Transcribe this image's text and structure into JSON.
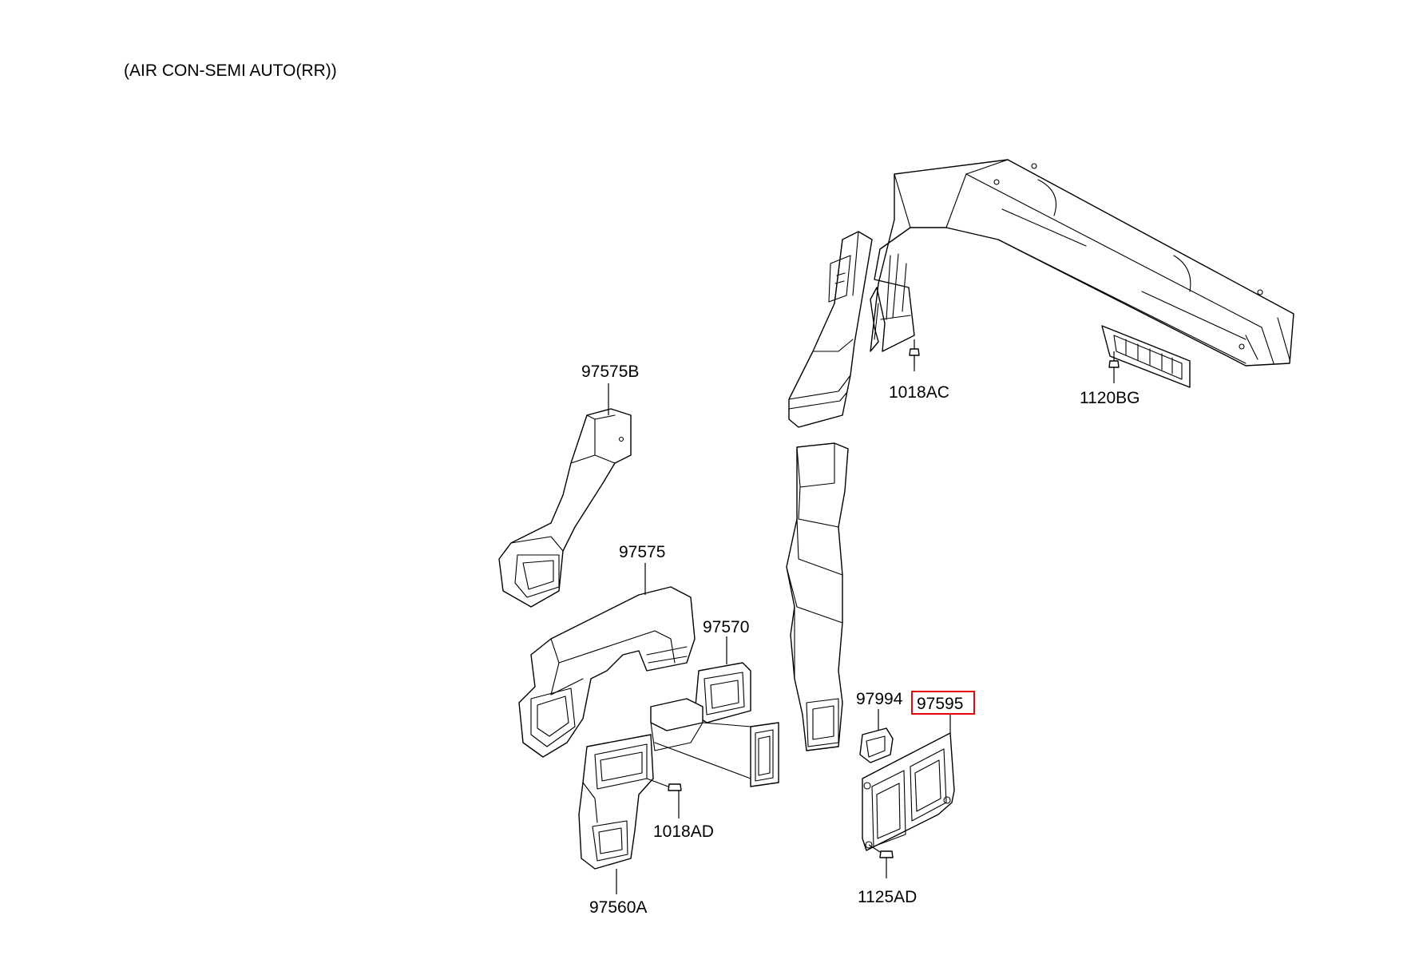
{
  "title": "(AIR CON-SEMI AUTO(RR))",
  "highlight_color": "#e8000b",
  "labels": {
    "p97575B": "97575B",
    "p97575": "97575",
    "p97570": "97570",
    "p97560A": "97560A",
    "p1018AD": "1018AD",
    "p1018AC": "1018AC",
    "p1120BG": "1120BG",
    "p97994": "97994",
    "p97595": "97595",
    "p1125AD": "1125AD"
  },
  "highlighted_part": "97595"
}
